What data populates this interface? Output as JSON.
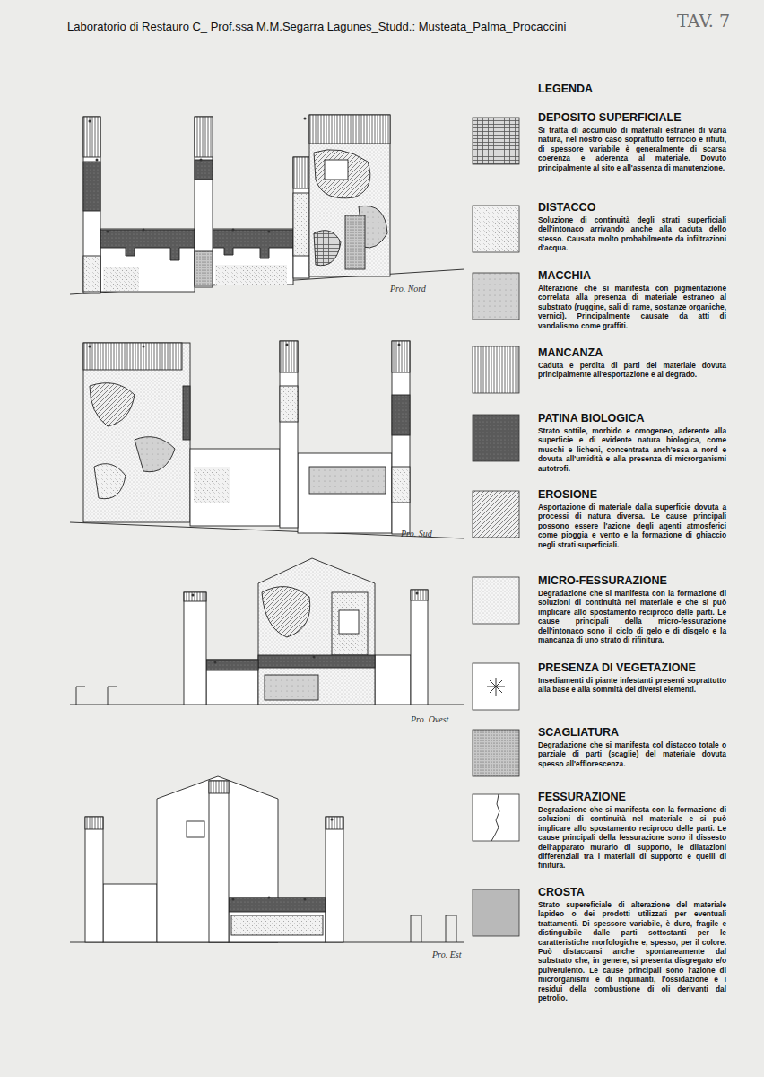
{
  "diagram": {
    "title": "Laboratorio di Restauro C_ Prof.ssa M.M.Segarra Lagunes_Studd.: Musteata_Palma_Procaccini",
    "labels": [
      "TAV. 7",
      "LEGENDA",
      "Si tratta di accumulo di materiali estranei di varia natura, nel nostro caso soprattutto terriccio e rifiuti, di spessore variabile è generalmente di scarsa coerenza e aderenza al materiale. Dovuto principalmente al sito e all'assenza di manutenzione.",
      "Soluzione di continuità degli strati superficiali dell'intonaco arrivando anche alla caduta dello stesso. Causata molto probabilmente da infiltrazioni d'acqua.",
      "Alterazione che si manifesta con pigmentazione correlata alla presenza di materiale estraneo al substrato (ruggine, sali di rame, sostanze organiche, vernici). Principalmente causate da atti di vandalismo come graffiti.",
      "Caduta e perdita di parti del materiale dovuta principalmente all'esportazione e al degrado.",
      "Strato sottile, morbido e omogeneo, aderente alla superficie e di evidente natura biologica, come muschi e licheni, concentrata anch'essa a nord e dovuta all'umidità e alla presenza di microrganismi autotrofi.",
      "Asportazione di materiale dalla superficie dovuta a processi di natura diversa. Le cause principali possono essere l'azione degli agenti atmosferici come pioggia e vento e la formazione di ghiaccio negli strati superficiali.",
      "Degradazione che si manifesta con la formazione di soluzioni di continuità nel materiale e che si può implicare allo spostamento reciproco delle parti. Le cause principali della micro-fessurazione dell'intonaco sono il ciclo di gelo e di disgelo e la mancanza di uno strato di rifinitura.",
      "Insediamenti di piante infestanti presenti soprattutto alla base e alla sommità dei diversi elementi.",
      "Degradazione che si manifesta col distacco totale o parziale di parti (scaglie) del materiale dovuta spesso all'efflorescenza.",
      "Degradazione che si manifesta con la formazione di soluzioni di continuità nel materiale e si può implicare allo spostamento reciproco delle parti. Le cause principali della fessurazione sono il dissesto dell'apparato murario di supporto, le dilatazioni differenziali tra i materiali di supporto e quelli di finitura.",
      "Strato supereficiale di alterazione del materiale lapideo o dei prodotti utilizzati per eventuali trattamenti. Di spessore variabile, è duro, fragile e distinguibile dalle parti sottostanti per le caratteristiche morfologiche e, spesso, per il colore. Può distaccarsi anche spontaneamente dal substrato che, in genere, si presenta disgregato e/o pulverulento. Le cause principali sono l'azione di microrganismi e di inquinanti, l'ossidazione e i residui della combustione di oli derivanti dal petrolio.",
      "Pro. Nord",
      "Pro. Sud",
      "Pro. Ovest",
      "Pro. Est"
    ],
    "legend": [
      {
        "text": "DEPOSITO SUPERFICIALE"
      },
      {
        "text": "DISTACCO"
      },
      {
        "text": "MACCHIA"
      },
      {
        "text": "MANCANZA"
      },
      {
        "text": "PATINA BIOLOGICA"
      },
      {
        "text": "EROSIONE"
      },
      {
        "text": "MICRO-FESSURAZIONE"
      },
      {
        "text": "PRESENZA DI VEGETAZIONE"
      },
      {
        "text": "SCAGLIATURA"
      },
      {
        "text": "FESSURAZIONE"
      },
      {
        "text": "CROSTA"
      }
    ]
  }
}
